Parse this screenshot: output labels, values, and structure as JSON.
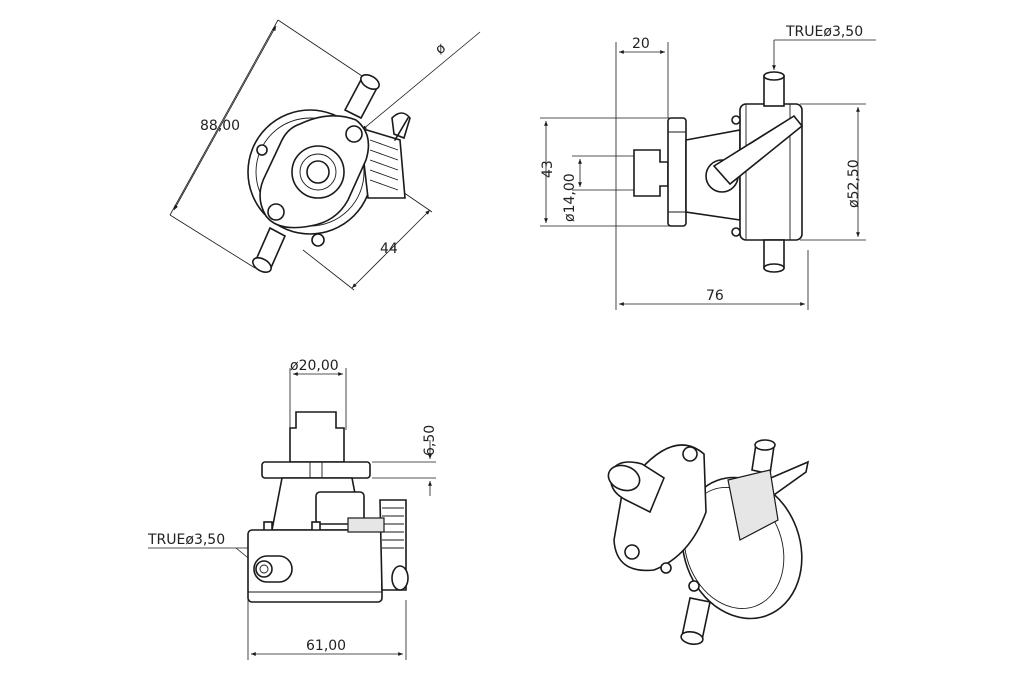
{
  "drawing": {
    "views": {
      "front": "front-view",
      "side": "side-view",
      "top": "top-view",
      "iso": "isometric-view"
    },
    "dimensions": {
      "diag_length": "88,00",
      "diameter_symbol": "ø",
      "flange_width": "44",
      "top_width": "20",
      "outlet_top": "TRUEø3,50",
      "height_left": "43",
      "shaft_dia": "ø14,00",
      "body_dia": "ø52,50",
      "total_length": "76",
      "flange_dia": "ø20,00",
      "flange_thick": "6,50",
      "outlet_side": "TRUEø3,50",
      "base_width": "61,00"
    },
    "colors": {
      "line": "#1a1a1a",
      "background": "#ffffff",
      "shade": "#e6e6e6"
    }
  }
}
